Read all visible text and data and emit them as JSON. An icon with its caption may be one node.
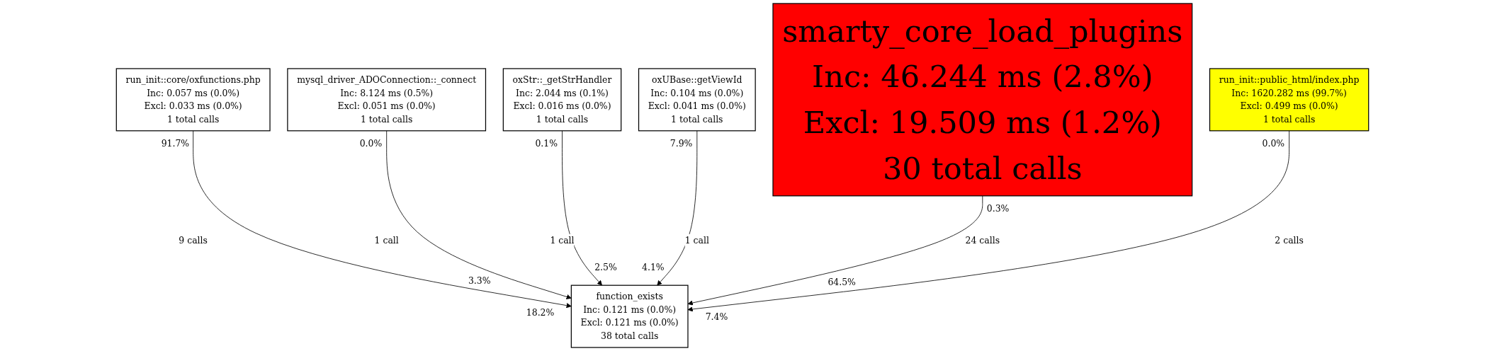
{
  "diagram": {
    "nodes": [
      {
        "text": [
          "run_init::core/oxfunctions.php",
          "Inc: 0.057 ms (0.0%)",
          "Excl: 0.033 ms (0.0%)",
          "1 total calls"
        ]
      },
      {
        "text": [
          "mysql_driver_ADOConnection::_connect",
          "Inc: 8.124 ms (0.5%)",
          "Excl: 0.051 ms (0.0%)",
          "1 total calls"
        ]
      },
      {
        "text": [
          "oxStr::_getStrHandler",
          "Inc: 2.044 ms (0.1%)",
          "Excl: 0.016 ms (0.0%)",
          "1 total calls"
        ]
      },
      {
        "text": [
          "oxUBase::getViewId",
          "Inc: 0.104 ms (0.0%)",
          "Excl: 0.041 ms (0.0%)",
          "1 total calls"
        ]
      },
      {
        "text": [
          "smarty_core_load_plugins",
          "Inc: 46.244 ms (2.8%)",
          "Excl: 19.509 ms (1.2%)",
          "30 total calls"
        ]
      },
      {
        "text": [
          "run_init::public_html/index.php",
          "Inc: 1620.282 ms (99.7%)",
          "Excl: 0.499 ms (0.0%)",
          "1 total calls"
        ]
      },
      {
        "text": [
          "function_exists",
          "Inc: 0.121 ms (0.0%)",
          "Excl: 0.121 ms (0.0%)",
          "38 total calls"
        ]
      }
    ],
    "edges": [
      {
        "from": 0,
        "to": 6,
        "arrow": "to",
        "label": "9 calls"
      },
      {
        "from": 1,
        "to": 6,
        "arrow": "to",
        "label": "1 call"
      },
      {
        "from": 2,
        "to": 6,
        "arrow": "to",
        "label": "1 call"
      },
      {
        "from": 3,
        "to": 6,
        "arrow": "to",
        "label": "1 call"
      },
      {
        "from": 4,
        "to": 6,
        "arrow": "to",
        "label": "24 calls"
      },
      {
        "from": 5,
        "to": 6,
        "arrow": "to",
        "label": "2 calls"
      }
    ],
    "labels": [
      "91.7%",
      "0.0%",
      "0.1%",
      "7.9%",
      "0.0%",
      "0.3%",
      "3.3%",
      "2.5%",
      "4.1%",
      "64.5%",
      "18.2%",
      "7.4%"
    ]
  }
}
